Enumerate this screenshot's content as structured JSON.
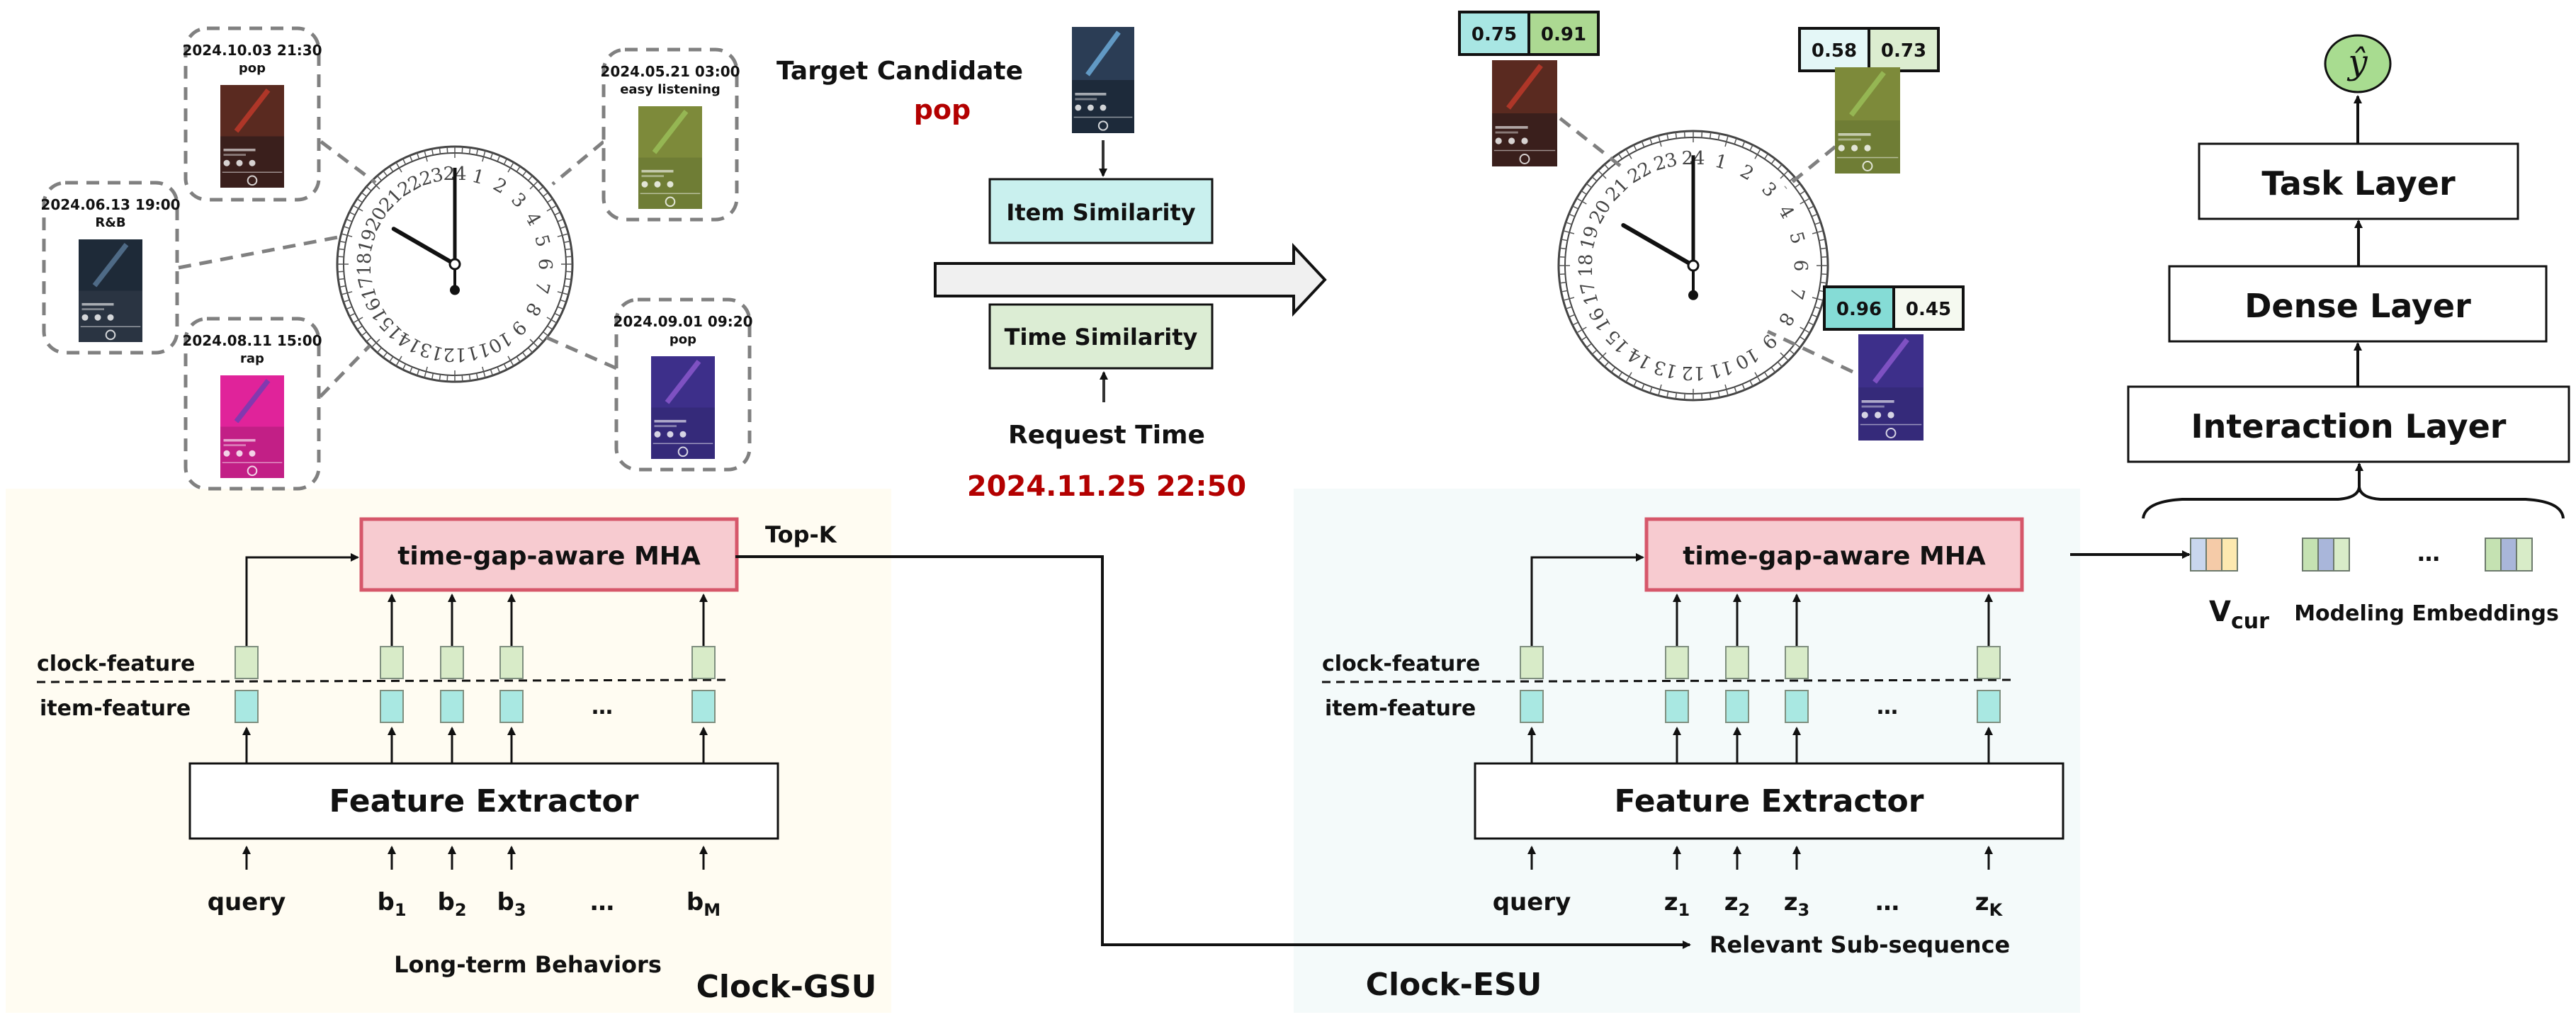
{
  "history_cards": [
    {
      "timestamp": "2024.10.03 21:30",
      "genre": "pop",
      "hour": 21.5,
      "thumb_colors": [
        "#5a2a20",
        "#3a1f1c",
        "#c43a2a"
      ]
    },
    {
      "timestamp": "2024.06.13 19:00",
      "genre": "R&B",
      "hour": 19,
      "thumb_colors": [
        "#1e2a38",
        "#2a3442",
        "#5b7a9a"
      ]
    },
    {
      "timestamp": "2024.08.11 15:00",
      "genre": "rap",
      "hour": 15,
      "thumb_colors": [
        "#e0239a",
        "#c21f86",
        "#6b3fb5"
      ]
    },
    {
      "timestamp": "2024.05.21 03:00",
      "genre": "easy listening",
      "hour": 3,
      "thumb_colors": [
        "#7d8a3a",
        "#6f7d35",
        "#9cc25a"
      ]
    },
    {
      "timestamp": "2024.09.01 09:20",
      "genre": "pop",
      "hour": 9.33,
      "thumb_colors": [
        "#3d2f8a",
        "#352a7a",
        "#8f5ad0"
      ]
    }
  ],
  "clock": {
    "numbers": [
      "24",
      "1",
      "2",
      "3",
      "4",
      "5",
      "6",
      "7",
      "8",
      "9",
      "10",
      "11",
      "12",
      "13",
      "14",
      "15",
      "16",
      "17",
      "18",
      "19",
      "20",
      "21",
      "22",
      "23"
    ],
    "hour_hand_hours": 20.0,
    "minute_hand_minutes": 0
  },
  "target": {
    "label": "Target Candidate",
    "genre": "pop",
    "thumb_colors": [
      "#2b3d55",
      "#1d2a3a",
      "#6fb0e0"
    ]
  },
  "similarity": {
    "item_label": "Item Similarity",
    "time_label": "Time Similarity",
    "item_color": "#c9f0ee",
    "time_color": "#dcedd4"
  },
  "request": {
    "label": "Request Time",
    "time": "2024.11.25 22:50"
  },
  "scored_items": [
    {
      "item_score": "0.75",
      "time_score": "0.91",
      "item_color": "#a8e6e3",
      "time_color": "#acd992",
      "thumb_colors": [
        "#5a2a20",
        "#3a1f1c",
        "#c43a2a"
      ]
    },
    {
      "item_score": "0.58",
      "time_score": "0.73",
      "item_color": "#e4f7f7",
      "time_color": "#dcedd0",
      "thumb_colors": [
        "#7d8a3a",
        "#6f7d35",
        "#9cc25a"
      ]
    },
    {
      "item_score": "0.96",
      "time_score": "0.45",
      "item_color": "#85dcd6",
      "time_color": "#f5f9f0",
      "thumb_colors": [
        "#3d2f8a",
        "#352a7a",
        "#8f5ad0"
      ]
    }
  ],
  "gsu": {
    "title": "Clock-GSU",
    "mha_label": "time-gap-aware MHA",
    "topk_label": "Top-K",
    "clock_feature_label": "clock-feature",
    "item_feature_label": "item-feature",
    "extractor_label": "Feature Extractor",
    "inputs": [
      {
        "base": "query",
        "sub": ""
      },
      {
        "base": "b",
        "sub": "1"
      },
      {
        "base": "b",
        "sub": "2"
      },
      {
        "base": "b",
        "sub": "3"
      },
      {
        "base": "…",
        "sub": ""
      },
      {
        "base": "b",
        "sub": "M"
      }
    ],
    "sequence_label": "Long-term Behaviors",
    "ellipsis": "…",
    "bg": "#fffcf2"
  },
  "esu": {
    "title": "Clock-ESU",
    "mha_label": "time-gap-aware MHA",
    "clock_feature_label": "clock-feature",
    "item_feature_label": "item-feature",
    "extractor_label": "Feature Extractor",
    "inputs": [
      {
        "base": "query",
        "sub": ""
      },
      {
        "base": "z",
        "sub": "1"
      },
      {
        "base": "z",
        "sub": "2"
      },
      {
        "base": "z",
        "sub": "3"
      },
      {
        "base": "…",
        "sub": ""
      },
      {
        "base": "z",
        "sub": "K"
      }
    ],
    "sequence_label": "Relevant Sub-sequence",
    "ellipsis": "…",
    "bg": "#f4fafa"
  },
  "colors": {
    "mha_fill": "#f7cbd0",
    "mha_stroke": "#d6576a",
    "clock_feat": "#d8ebc8",
    "item_feat": "#a9e8e2",
    "feat_stroke": "#7f8f7f",
    "dashed": "#808080",
    "output_node": "#a8dc90"
  },
  "head": {
    "output_symbol": "ŷ",
    "layers": [
      "Task Layer",
      "Dense Layer",
      "Interaction Layer"
    ],
    "vcur_base": "V",
    "vcur_sub": "cur",
    "embeddings_label": "Modeling Embeddings",
    "ellipsis": "…",
    "vcur_colors": [
      "#c9d6ee",
      "#f5cba8",
      "#fde9b0"
    ],
    "embedding_colors": [
      "#c5e2b2",
      "#a9b6da",
      "#d8ecc8"
    ]
  }
}
